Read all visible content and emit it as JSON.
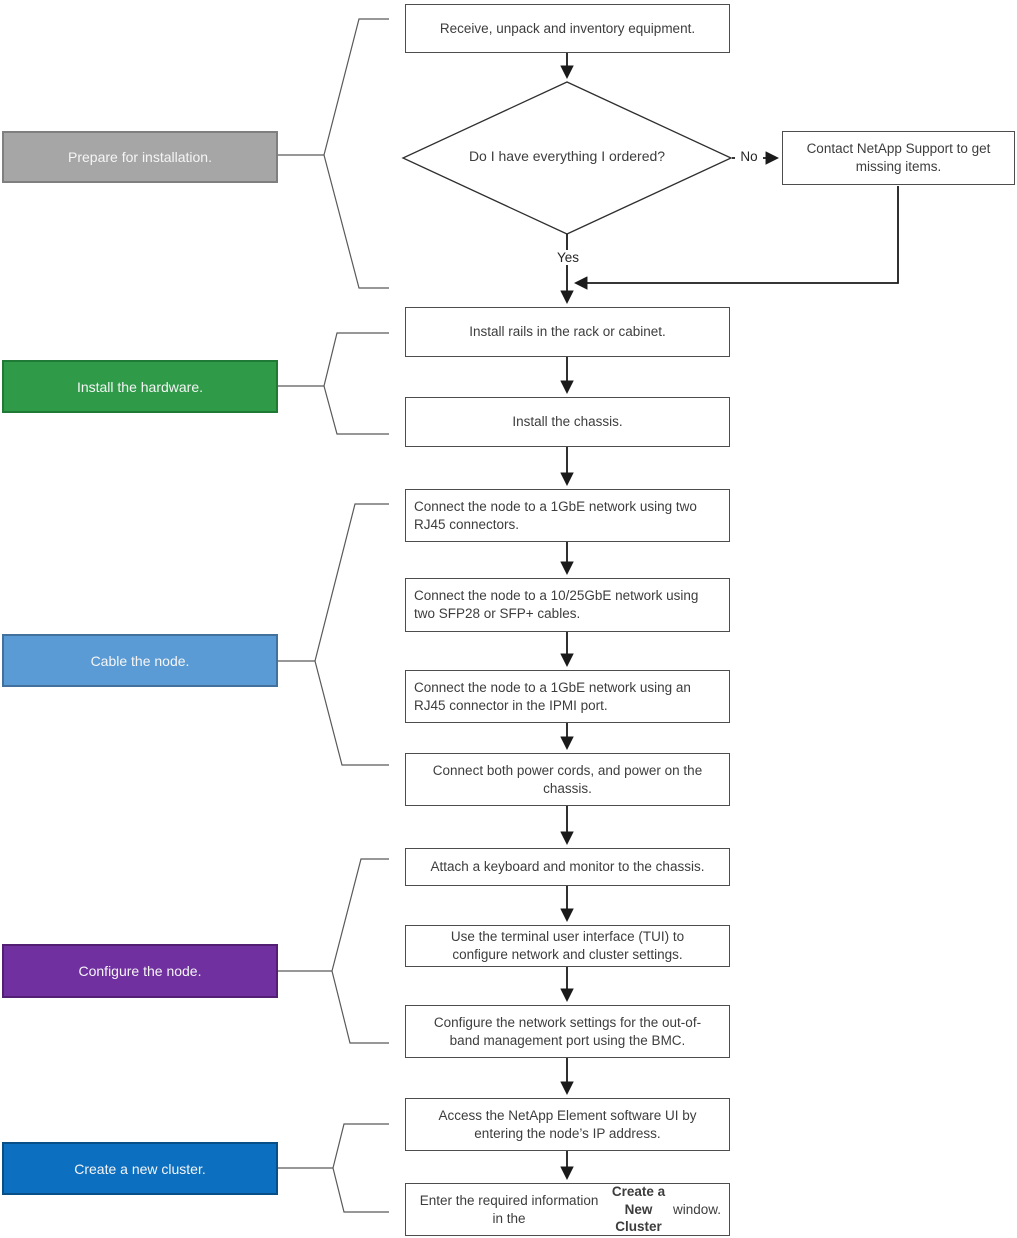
{
  "diagram_title": "NetApp node installation and cluster creation flowchart",
  "stages": [
    {
      "label": "Prepare for installation.",
      "color": "#a6a6a6",
      "border": "#7f7f7f"
    },
    {
      "label": "Install the hardware.",
      "color": "#2f9a48",
      "border": "#1f7a35"
    },
    {
      "label": "Cable the node.",
      "color": "#5b9bd5",
      "border": "#41719c"
    },
    {
      "label": "Configure the node.",
      "color": "#7030a0",
      "border": "#521f75"
    },
    {
      "label": "Create a new cluster.",
      "color": "#0d6fc0",
      "border": "#084e87"
    }
  ],
  "nodes": {
    "receive": "Receive, unpack and inventory equipment.",
    "decision": "Do I have everything I ordered?",
    "contact": "Contact NetApp Support to get\nmissing items.",
    "rails": "Install rails in the rack or cabinet.",
    "chassis": "Install the chassis.",
    "cable1": "Connect the node to a 1GbE network using two\nRJ45 connectors.",
    "cable2": "Connect the node to a 10/25GbE network using\ntwo SFP28 or SFP+ cables.",
    "cable3": "Connect the node to a 1GbE network using an\nRJ45 connector in the IPMI port.",
    "cable4": "Connect both power cords, and power on the\nchassis.",
    "config1": "Attach a keyboard and monitor to the chassis.",
    "config2": "Use the terminal user interface (TUI) to\nconfigure network and cluster settings.",
    "config3": "Configure the network settings for the out-of-\nband management port using the BMC.",
    "cluster1": "Access the NetApp Element software UI by\nentering the node’s IP address.",
    "cluster2": {
      "pre": "Enter the required information in the ",
      "bold": "Create a\nNew Cluster",
      "post": " window."
    }
  },
  "edge_labels": {
    "yes": "Yes",
    "no": "No"
  }
}
